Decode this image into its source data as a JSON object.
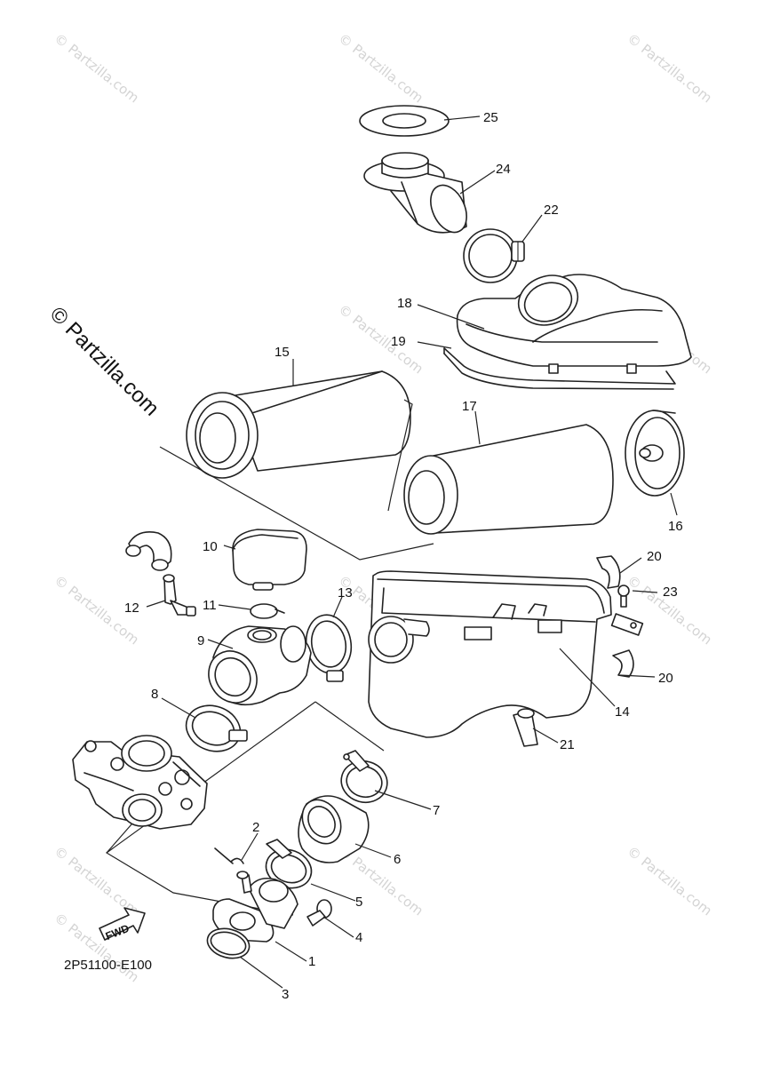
{
  "brand_watermark": "© Partzilla.com",
  "diagram_code": "2P51100-E100",
  "fwd_arrow_text": "FWD",
  "watermarks": [
    "© Partzilla.com",
    "© Partzilla.com",
    "© Partzilla.com",
    "© Partzilla.com",
    "© Partzilla.com",
    "© Partzilla.com",
    "© Partzilla.com",
    "© Partzilla.com",
    "© Partzilla.com",
    "© Partzilla.com",
    "© Partzilla.com",
    "© Partzilla.com"
  ],
  "parts": [
    {
      "number": "1"
    },
    {
      "number": "2"
    },
    {
      "number": "3"
    },
    {
      "number": "4"
    },
    {
      "number": "5"
    },
    {
      "number": "6"
    },
    {
      "number": "7"
    },
    {
      "number": "8"
    },
    {
      "number": "9"
    },
    {
      "number": "10"
    },
    {
      "number": "11"
    },
    {
      "number": "12"
    },
    {
      "number": "13"
    },
    {
      "number": "14"
    },
    {
      "number": "15"
    },
    {
      "number": "16"
    },
    {
      "number": "17"
    },
    {
      "number": "18"
    },
    {
      "number": "19"
    },
    {
      "number": "20"
    },
    {
      "number": "20"
    },
    {
      "number": "21"
    },
    {
      "number": "22"
    },
    {
      "number": "23"
    },
    {
      "number": "24"
    },
    {
      "number": "25"
    }
  ]
}
